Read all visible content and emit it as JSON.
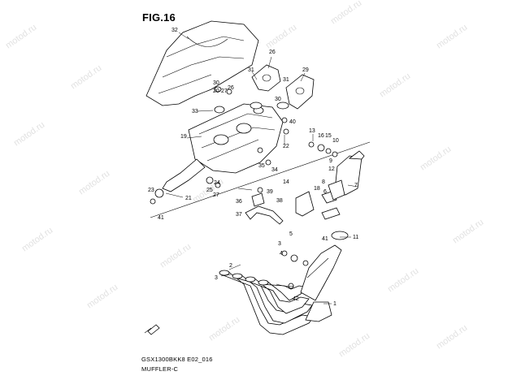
{
  "figure_title": "FIG.16",
  "caption_code": "GSX1300BKK8 E02_016",
  "caption_name": "MUFFLER-C",
  "watermark_text": "motod.ru",
  "callouts": [
    "32",
    "26",
    "31",
    "29",
    "30",
    "20",
    "27",
    "26",
    "31",
    "33",
    "30",
    "40",
    "19",
    "13",
    "16",
    "15",
    "10",
    "22",
    "9",
    "12",
    "35",
    "34",
    "25",
    "24",
    "27",
    "14",
    "8",
    "7",
    "23",
    "21",
    "39",
    "36",
    "38",
    "18",
    "6",
    "37",
    "11",
    "41",
    "5",
    "3",
    "4",
    "41",
    "2",
    "3",
    "42",
    "1"
  ],
  "colors": {
    "line": "#000000",
    "watermark": "#c9c9c9",
    "background": "#ffffff"
  }
}
